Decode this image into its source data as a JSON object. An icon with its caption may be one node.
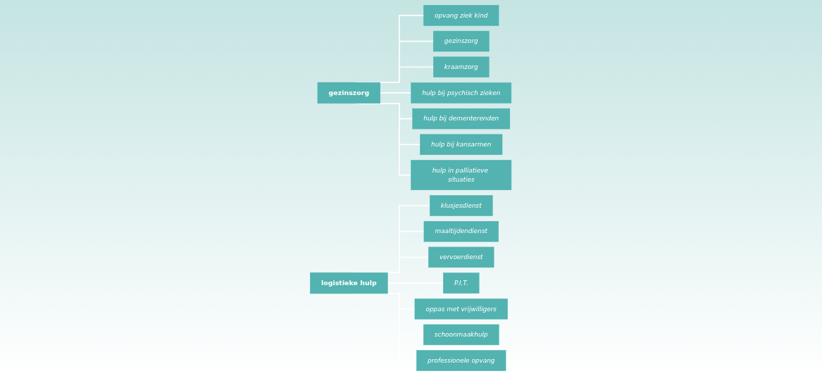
{
  "diagram": {
    "nodes": [
      {
        "text": [
          "gezinszorg"
        ]
      },
      {
        "text": [
          "opvang ziek kind"
        ]
      },
      {
        "text": [
          "gezinszorg"
        ]
      },
      {
        "text": [
          "kraamzorg"
        ]
      },
      {
        "text": [
          "hulp bij psychisch zieken"
        ]
      },
      {
        "text": [
          "hulp bij dementerenden"
        ]
      },
      {
        "text": [
          "hulp bij kansarmen"
        ]
      },
      {
        "text": [
          "hulp in palliatieve situaties"
        ]
      },
      {
        "text": [
          "logistieke hulp"
        ]
      },
      {
        "text": [
          "klusjesdienst"
        ]
      },
      {
        "text": [
          "maaltijdendienst"
        ]
      },
      {
        "text": [
          "vervoerdienst"
        ]
      },
      {
        "text": [
          "P.I.T."
        ]
      },
      {
        "text": [
          "oppas met vrijwilligers"
        ]
      },
      {
        "text": [
          "schoonmaakhulp"
        ]
      },
      {
        "text": [
          "professionele opvang"
        ]
      }
    ],
    "edges": [
      {
        "from": 0,
        "to": 1,
        "arrow": "none"
      },
      {
        "from": 0,
        "to": 2,
        "arrow": "none"
      },
      {
        "from": 0,
        "to": 3,
        "arrow": "none"
      },
      {
        "from": 0,
        "to": 4,
        "arrow": "none"
      },
      {
        "from": 0,
        "to": 5,
        "arrow": "none"
      },
      {
        "from": 0,
        "to": 6,
        "arrow": "none"
      },
      {
        "from": 0,
        "to": 7,
        "arrow": "none"
      },
      {
        "from": 8,
        "to": 9,
        "arrow": "none"
      },
      {
        "from": 8,
        "to": 10,
        "arrow": "none"
      },
      {
        "from": 8,
        "to": 11,
        "arrow": "none"
      },
      {
        "from": 8,
        "to": 12,
        "arrow": "none"
      },
      {
        "from": 8,
        "to": 13,
        "arrow": "none"
      },
      {
        "from": 8,
        "to": 14,
        "arrow": "none"
      },
      {
        "from": 8,
        "to": 15,
        "arrow": "none"
      }
    ]
  }
}
